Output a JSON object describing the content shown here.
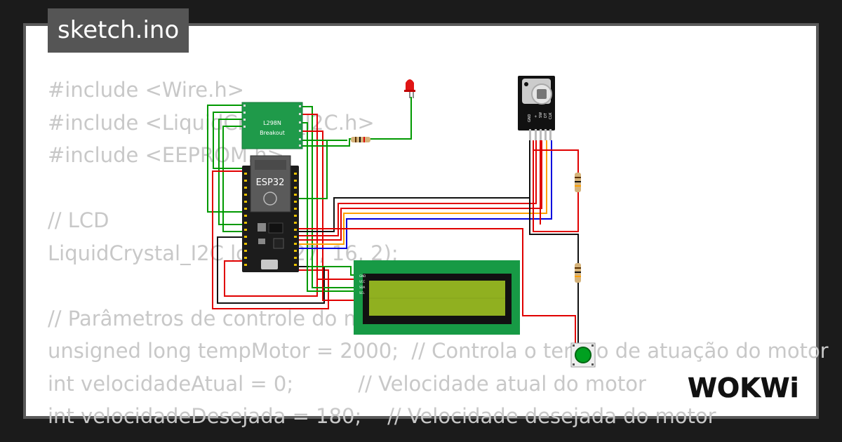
{
  "tab": {
    "filename": "sketch.ino"
  },
  "code_lines": [
    "#include <Wire.h>",
    "#include <LiquidCrystal_I2C.h>",
    "#include <EEPROM.h>",
    "",
    "// LCD",
    "LiquidCrystal_I2C lcd(0x27, 16, 2);",
    "",
    "// Parâmetros de controle do motor",
    "unsigned long tempMotor = 2000;  // Controla o tempo de atuação do motor",
    "int velocidadeAtual = 0;          // Velocidade atual do motor",
    "int velocidadeDesejada = 180;    // Velocidade desejada do motor"
  ],
  "components": {
    "driver": {
      "line1": "L298N",
      "line2": "Breakout"
    },
    "mcu": {
      "label": "ESP32"
    },
    "encoder": {
      "pins": [
        "GND",
        "+",
        "SW",
        "DT",
        "CLK"
      ]
    },
    "lcd": {
      "pins": [
        "GND",
        "VCC",
        "SDA",
        "SCL"
      ]
    }
  },
  "brand": {
    "logo": "WOKWi"
  },
  "colors": {
    "panel": "#ffffff",
    "frame": "#5a5a5a",
    "background": "#1b1b1b",
    "code_text": "#c8c8c8",
    "driver_board": "#1f9a4a",
    "lcd_board": "#179a45",
    "lcd_screen": "#90b020",
    "wire_red": "#e00000",
    "wire_green": "#009900",
    "wire_black": "#111111",
    "wire_blue": "#0000dd",
    "wire_orange": "#ffa000"
  }
}
